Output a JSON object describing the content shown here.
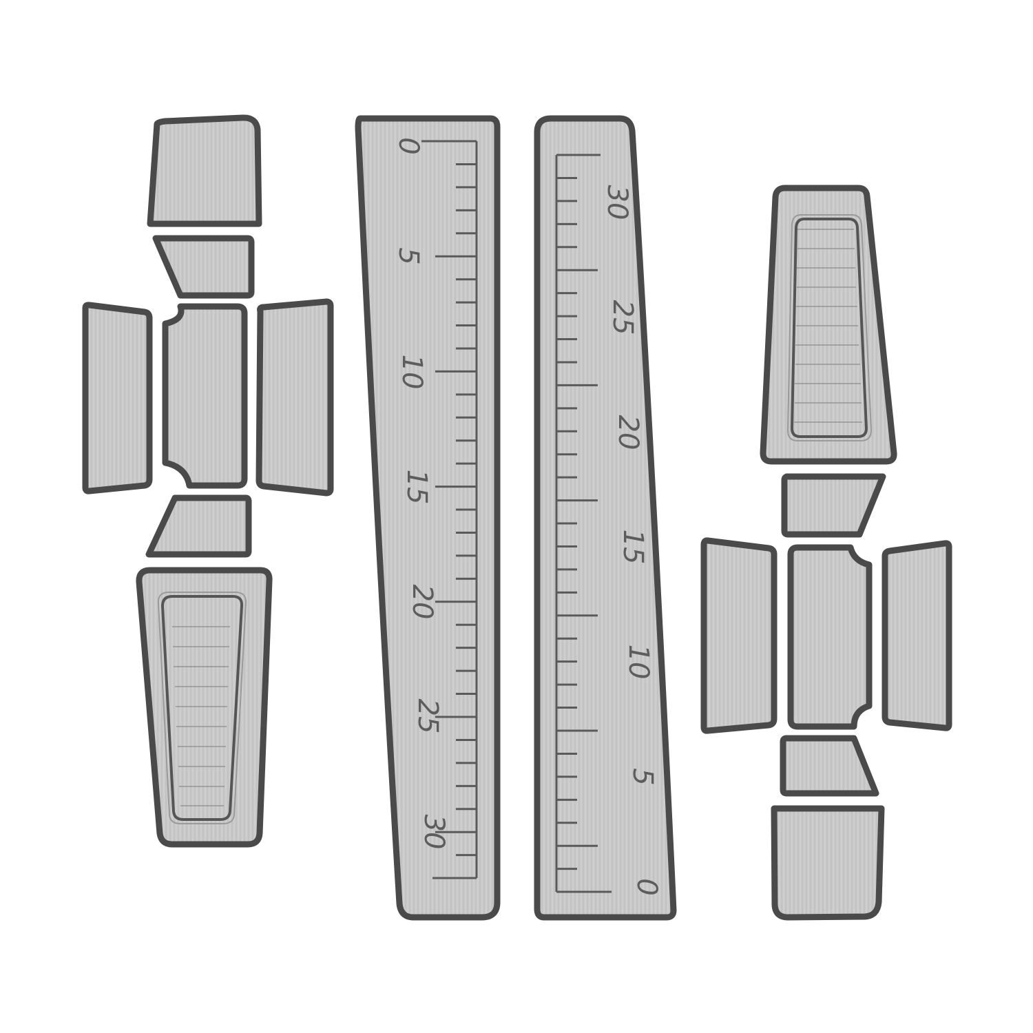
{
  "colors": {
    "fill": "#c8c8c8",
    "outline": "#4a4a4a",
    "marks": "#5a5a5a"
  },
  "ruler_left": {
    "labels": [
      "0",
      "5",
      "10",
      "15",
      "20",
      "25",
      "30"
    ]
  },
  "ruler_right": {
    "labels": [
      "30",
      "25",
      "20",
      "15",
      "10",
      "5",
      "0"
    ]
  }
}
